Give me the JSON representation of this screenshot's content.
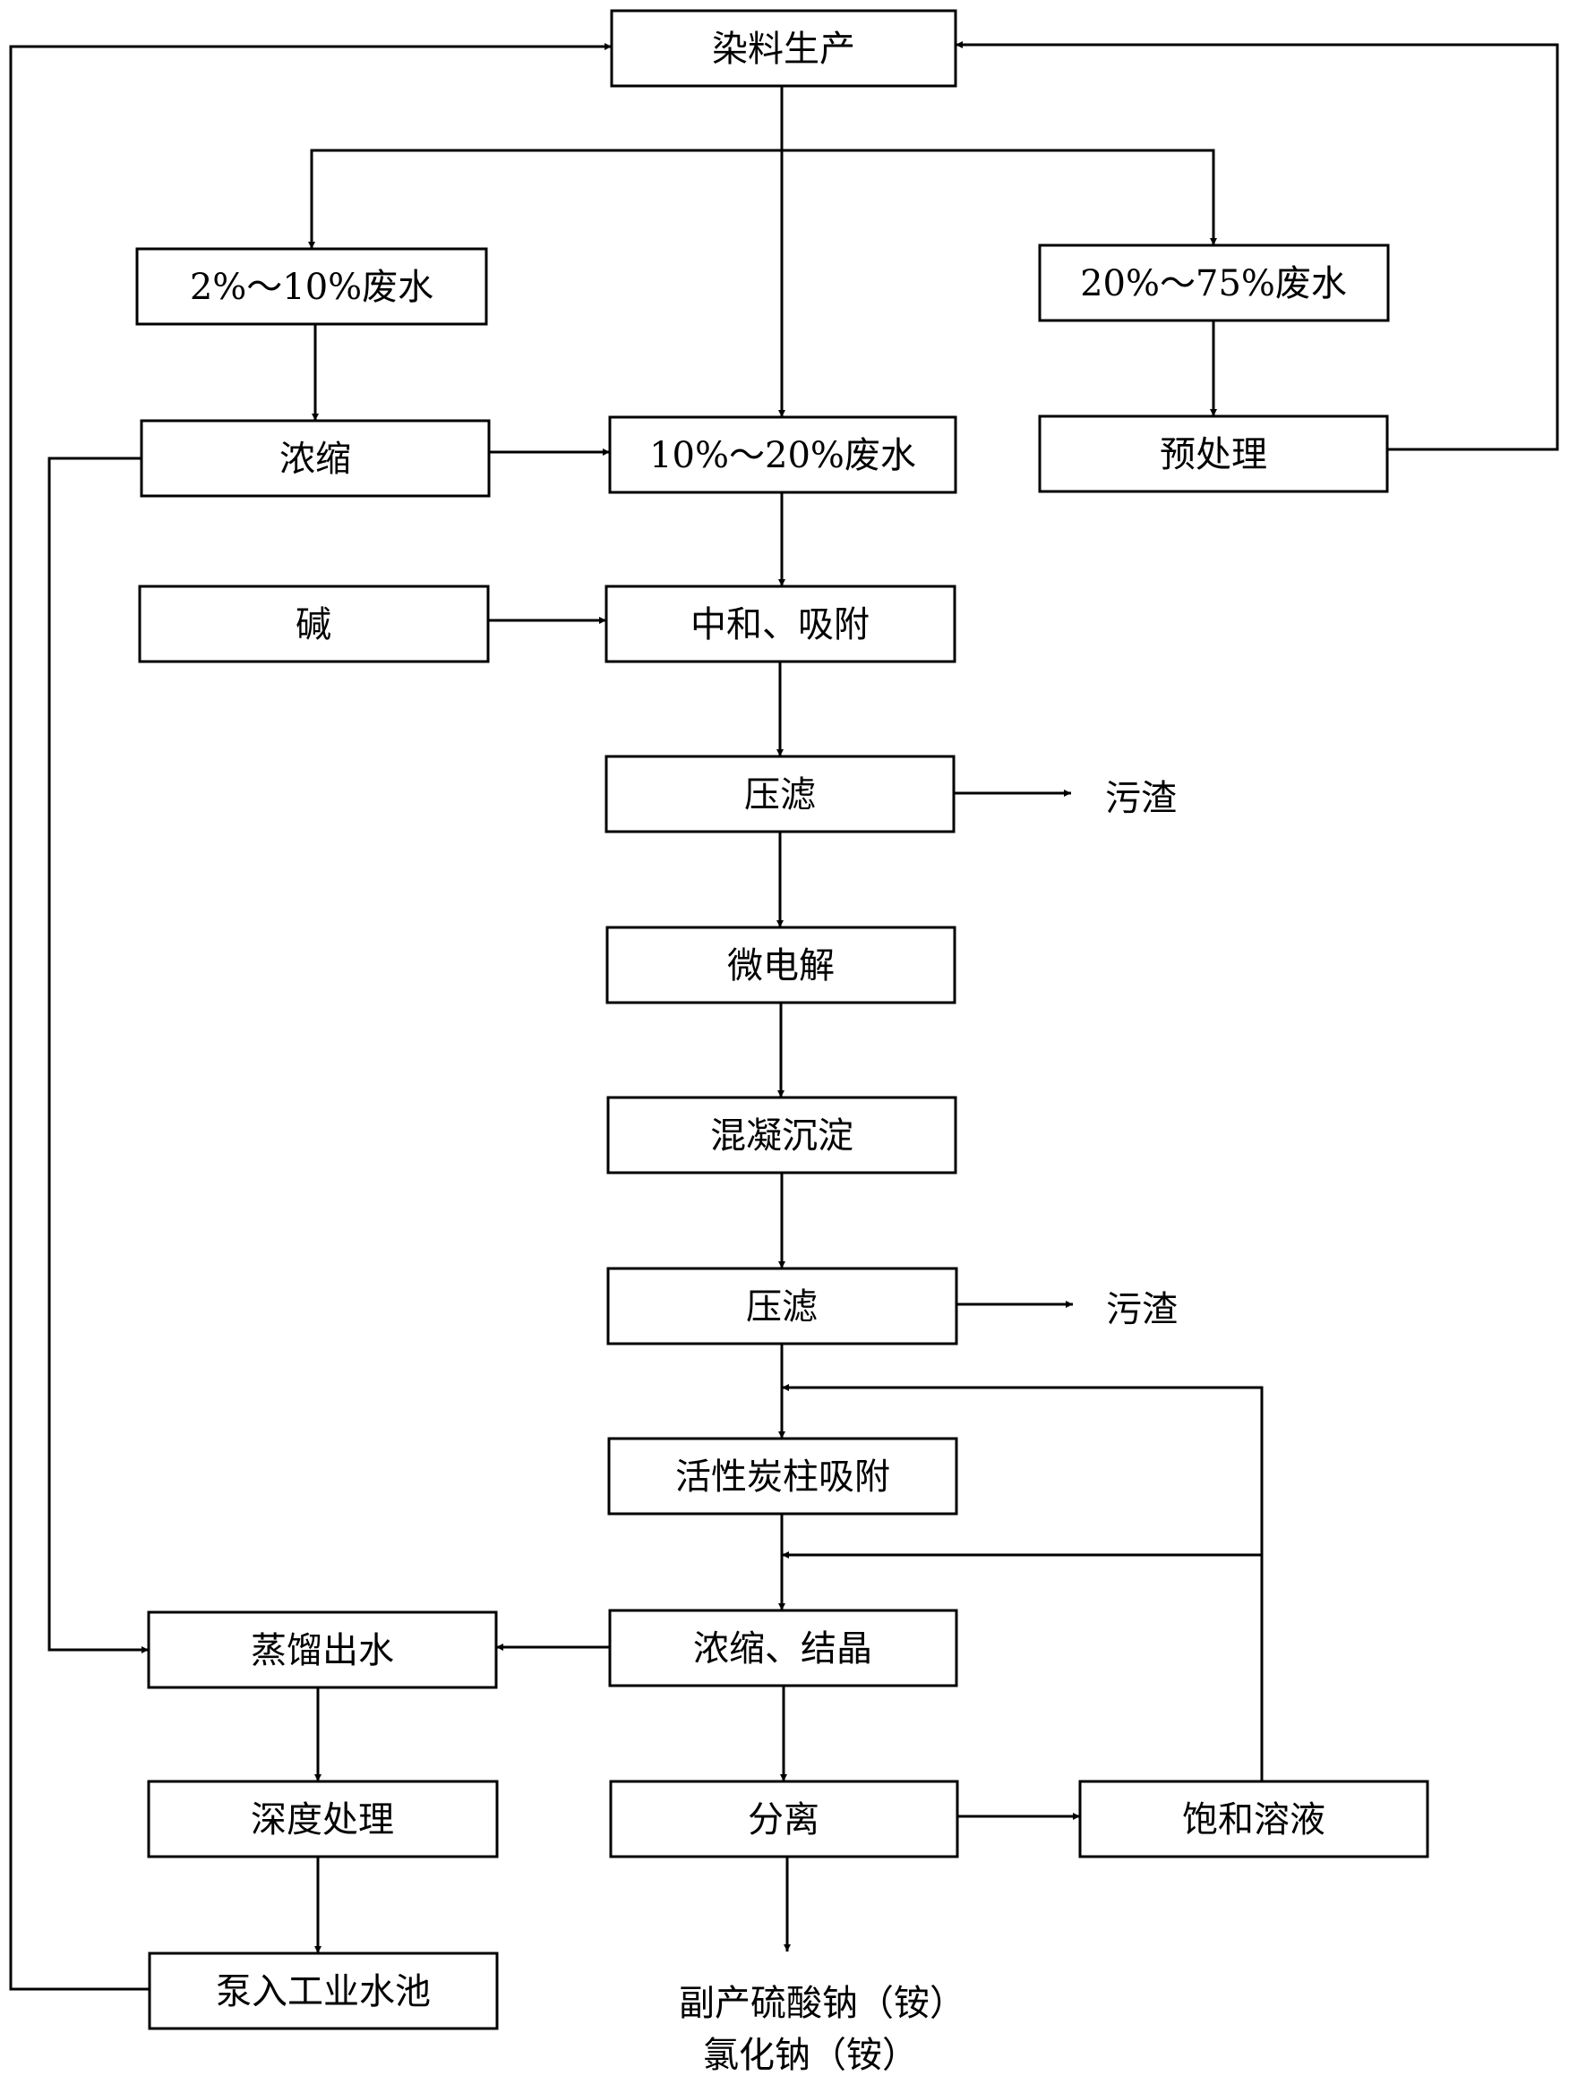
{
  "nodes": {
    "dye_production": "染料生产",
    "wastewater_2_10": "2%～10%废水",
    "wastewater_20_75": "20%～75%废水",
    "concentration": "浓缩",
    "wastewater_10_20": "10%～20%废水",
    "pretreatment": "预处理",
    "alkali": "碱",
    "neutralize_adsorb": "中和、吸附",
    "filter_press_1": "压滤",
    "sludge_1": "污渣",
    "micro_electrolysis": "微电解",
    "coagulation_sedimentation": "混凝沉淀",
    "filter_press_2": "压滤",
    "sludge_2": "污渣",
    "activated_carbon_adsorption": "活性炭柱吸附",
    "concentrate_crystallize": "浓缩、结晶",
    "distillate_water": "蒸馏出水",
    "advanced_treatment": "深度处理",
    "separation": "分离",
    "saturated_solution": "饱和溶液",
    "pump_to_pool": "泵入工业水池",
    "byproduct_line1": "副产硫酸钠（铵）",
    "byproduct_line2": "氯化钠（铵）"
  },
  "edges": [
    [
      "dye_production",
      "wastewater_2_10"
    ],
    [
      "dye_production",
      "wastewater_10_20"
    ],
    [
      "dye_production",
      "wastewater_20_75"
    ],
    [
      "wastewater_2_10",
      "concentration"
    ],
    [
      "concentration",
      "wastewater_10_20"
    ],
    [
      "concentration",
      "distillate_water"
    ],
    [
      "wastewater_20_75",
      "pretreatment"
    ],
    [
      "pretreatment",
      "dye_production"
    ],
    [
      "wastewater_10_20",
      "neutralize_adsorb"
    ],
    [
      "alkali",
      "neutralize_adsorb"
    ],
    [
      "neutralize_adsorb",
      "filter_press_1"
    ],
    [
      "filter_press_1",
      "sludge_1"
    ],
    [
      "filter_press_1",
      "micro_electrolysis"
    ],
    [
      "micro_electrolysis",
      "coagulation_sedimentation"
    ],
    [
      "coagulation_sedimentation",
      "filter_press_2"
    ],
    [
      "filter_press_2",
      "sludge_2"
    ],
    [
      "filter_press_2",
      "activated_carbon_adsorption"
    ],
    [
      "activated_carbon_adsorption",
      "concentrate_crystallize"
    ],
    [
      "concentrate_crystallize",
      "distillate_water"
    ],
    [
      "concentrate_crystallize",
      "separation"
    ],
    [
      "separation",
      "saturated_solution"
    ],
    [
      "separation",
      "byproduct"
    ],
    [
      "saturated_solution",
      "activated_carbon_adsorption"
    ],
    [
      "saturated_solution",
      "concentrate_crystallize"
    ],
    [
      "distillate_water",
      "advanced_treatment"
    ],
    [
      "advanced_treatment",
      "pump_to_pool"
    ],
    [
      "pump_to_pool",
      "dye_production"
    ]
  ]
}
